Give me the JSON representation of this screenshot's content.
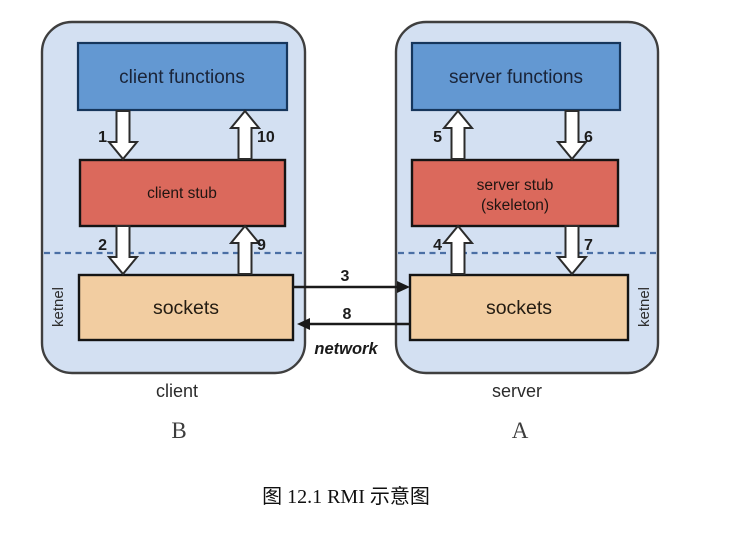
{
  "figure": {
    "caption": "图 12.1 RMI 示意图",
    "client": {
      "name": "client",
      "letter": "B",
      "functions_label": "client functions",
      "stub_label": "client stub",
      "sockets_label": "sockets",
      "kernel_label": "ketnel",
      "step_down_call": "1",
      "step_down_send": "2",
      "step_up_recv": "9",
      "step_up_return": "10"
    },
    "server": {
      "name": "server",
      "letter": "A",
      "functions_label": "server functions",
      "stub_label_line1": "server stub",
      "stub_label_line2": "(skeleton)",
      "sockets_label": "sockets",
      "kernel_label": "ketnel",
      "step_up_recv": "4",
      "step_up_call": "5",
      "step_down_return": "6",
      "step_down_send": "7"
    },
    "network": {
      "label": "network",
      "step_send": "3",
      "step_reply": "8"
    },
    "colors": {
      "machine_fill": "#d3e0f2",
      "machine_stroke": "#3f3f3f",
      "functions_fill": "#6398d2",
      "functions_stroke": "#16365c",
      "stub_fill": "#db695c",
      "sockets_fill": "#f2cda1",
      "box_stroke": "#141414",
      "dashed_divider": "#4a6fa5",
      "flow_arrow_fill": "#ffffff",
      "flow_arrow_stroke": "#2b2b2b",
      "network_arrow": "#1a1a1a"
    }
  }
}
